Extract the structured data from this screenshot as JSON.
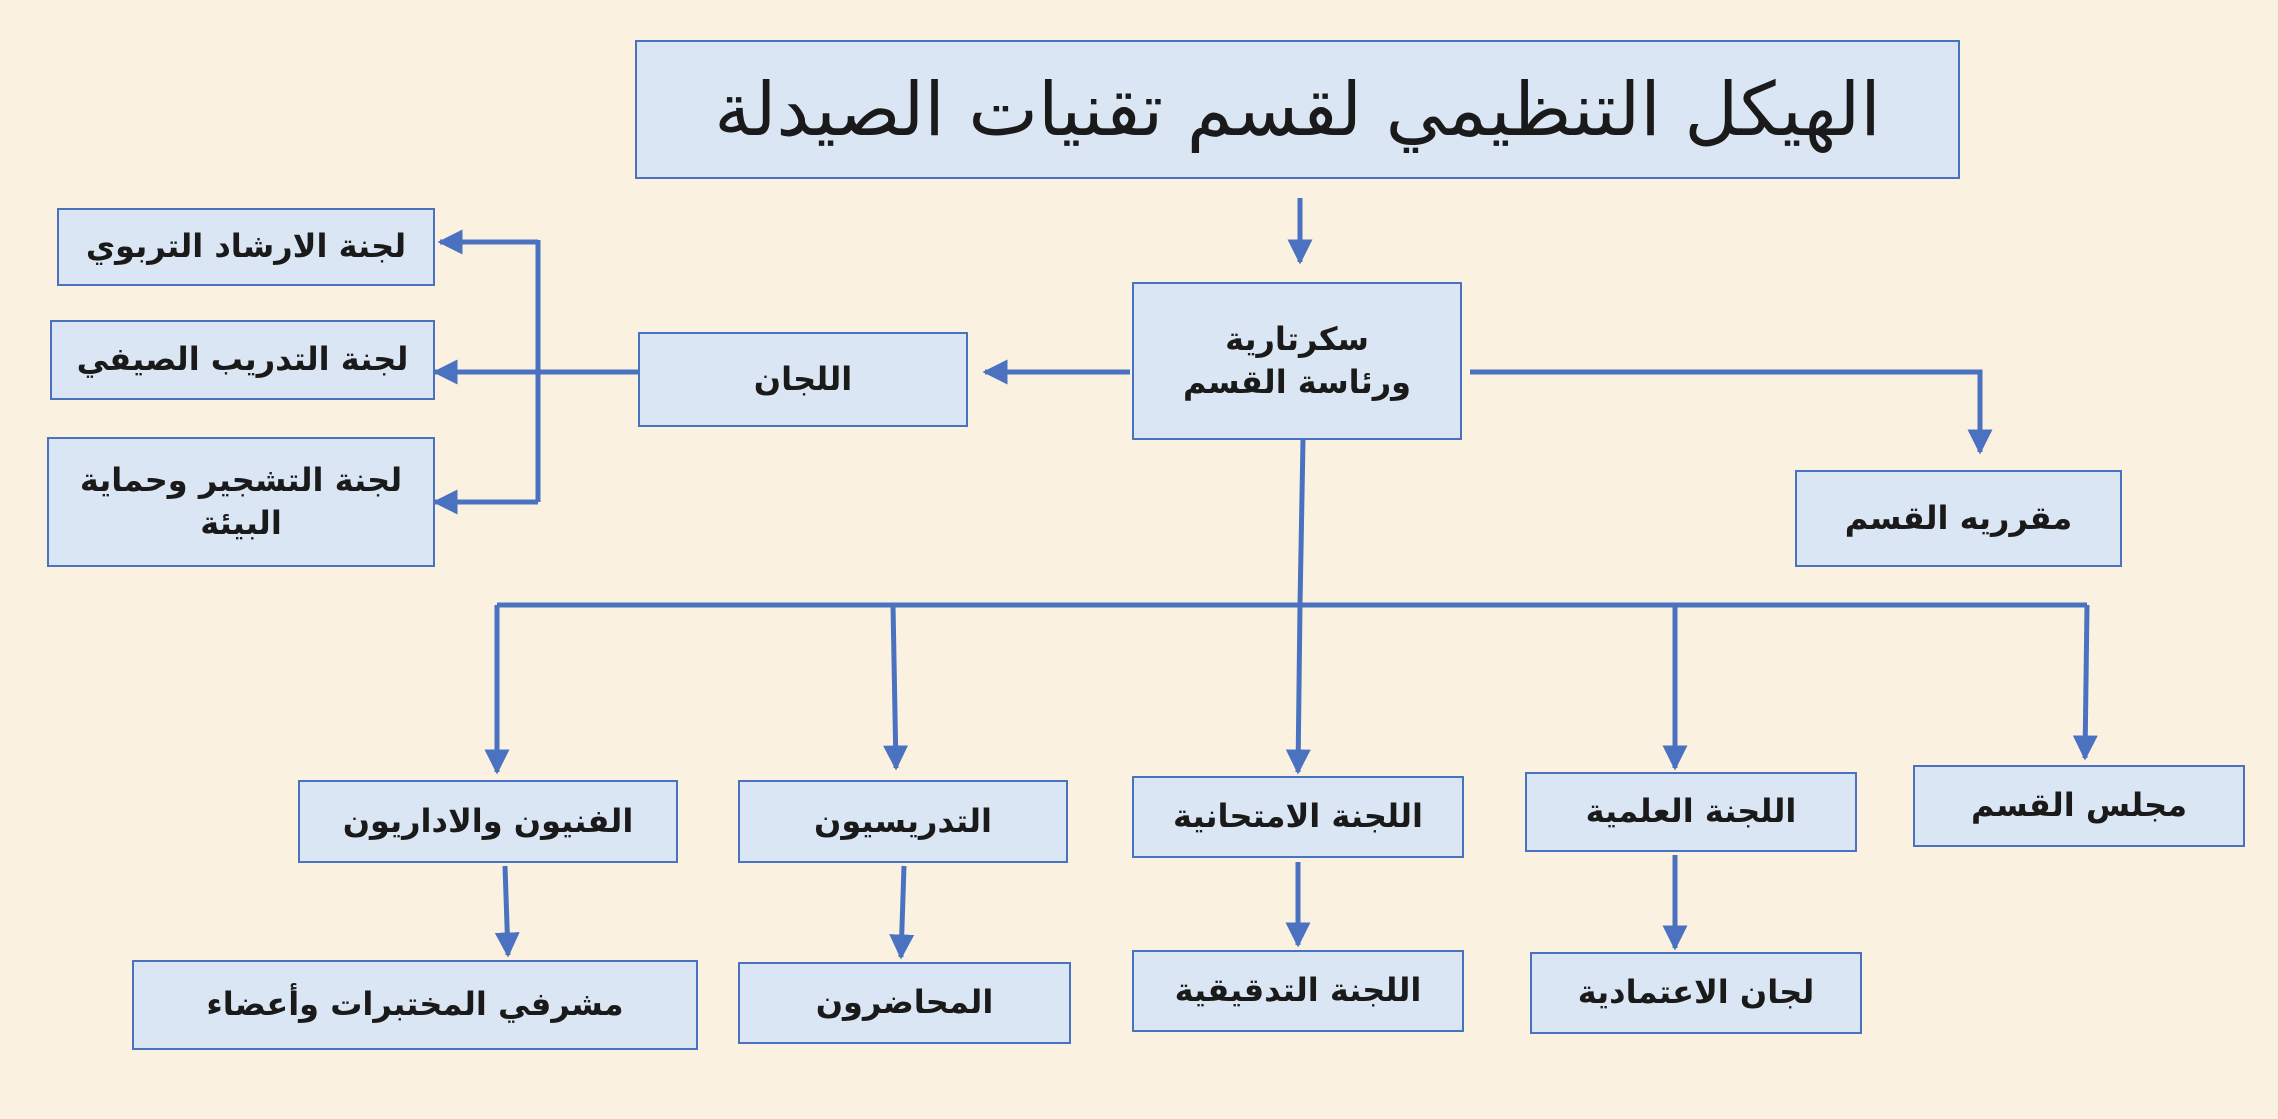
{
  "title": "الهيكل التنظيمي لقسم تقنيات الصيدلة",
  "center": {
    "line1": "سكرتارية",
    "line2": "ورئاسة القسم"
  },
  "committees": "اللجان",
  "rapporteur": "مقرريه القسم",
  "side_committees": {
    "guidance": "لجنة الارشاد التربوي",
    "summer_training": "لجنة التدريب الصيفي",
    "afforestation": "لجنة التشجير وحماية البيئة"
  },
  "departments": {
    "technicians": "الفنيون والاداريون",
    "teaching": "التدريسيون",
    "exam": "اللجنة الامتحانية",
    "scientific": "اللجنة العلمية",
    "council": "مجلس القسم"
  },
  "sub_units": {
    "lab_supervisors": "مشرفي المختبرات وأعضاء",
    "lecturers": "المحاضرون",
    "audit": "اللجنة التدقيقية",
    "accreditation": "لجان الاعتمادية"
  },
  "colors": {
    "background": "#fbf1e1",
    "box_fill": "#dbe6f4",
    "line": "#4a72c1"
  }
}
